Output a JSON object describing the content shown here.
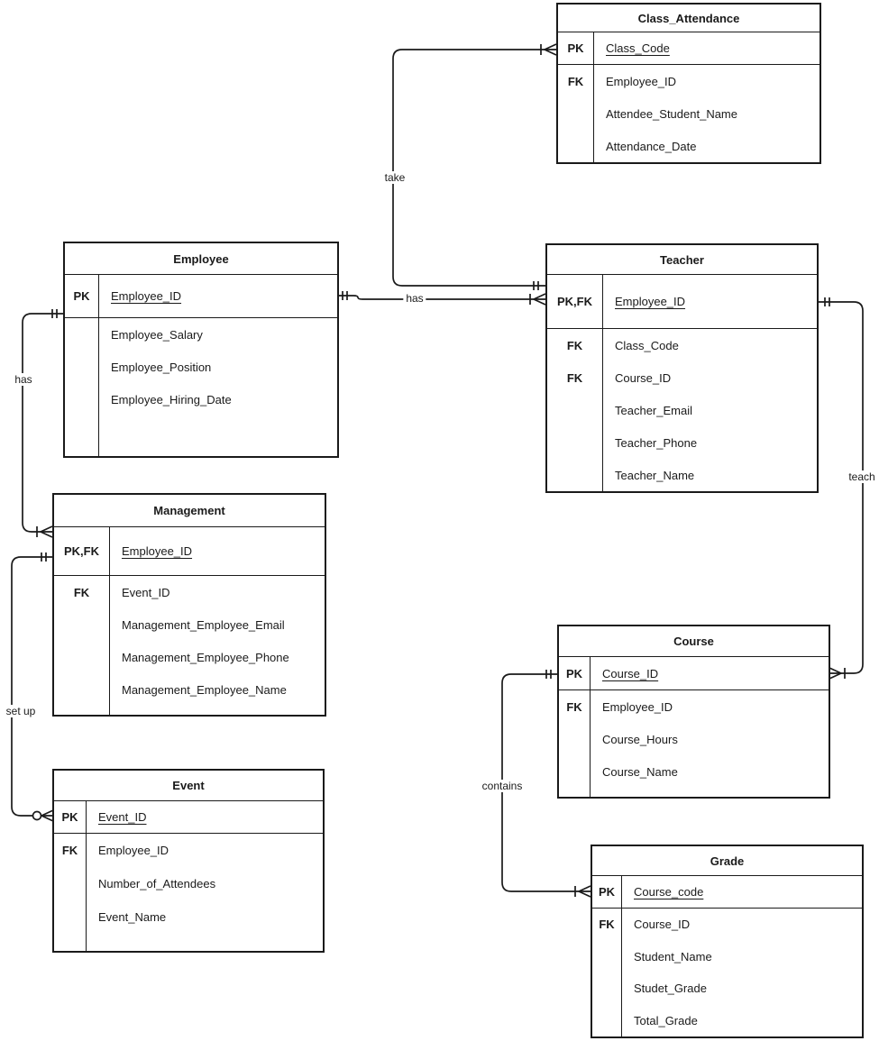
{
  "diagram_type": "entity-relationship diagram (crow's foot notation)",
  "colors": {
    "line": "#1a1a1a",
    "background": "#ffffff",
    "text": "#1a1a1a"
  },
  "entities": {
    "class_attendance": {
      "title": "Class_Attendance",
      "rows": [
        {
          "key": "PK",
          "attr": "Class_Code"
        },
        {
          "key": "FK",
          "attr": "Employee_ID"
        },
        {
          "key": "",
          "attr": "Attendee_Student_Name"
        },
        {
          "key": "",
          "attr": "Attendance_Date"
        }
      ]
    },
    "employee": {
      "title": "Employee",
      "rows": [
        {
          "key": "PK",
          "attr": "Employee_ID"
        },
        {
          "key": "",
          "attr": "Employee_Salary"
        },
        {
          "key": "",
          "attr": "Employee_Position"
        },
        {
          "key": "",
          "attr": "Employee_Hiring_Date"
        }
      ]
    },
    "teacher": {
      "title": "Teacher",
      "rows": [
        {
          "key": "PK,FK",
          "attr": "Employee_ID"
        },
        {
          "key": "FK",
          "attr": "Class_Code"
        },
        {
          "key": "FK",
          "attr": "Course_ID"
        },
        {
          "key": "",
          "attr": "Teacher_Email"
        },
        {
          "key": "",
          "attr": "Teacher_Phone"
        },
        {
          "key": "",
          "attr": "Teacher_Name"
        }
      ]
    },
    "management": {
      "title": "Management",
      "rows": [
        {
          "key": "PK,FK",
          "attr": "Employee_ID"
        },
        {
          "key": "FK",
          "attr": "Event_ID"
        },
        {
          "key": "",
          "attr": "Management_Employee_Email"
        },
        {
          "key": "",
          "attr": "Management_Employee_Phone"
        },
        {
          "key": "",
          "attr": "Management_Employee_Name"
        }
      ]
    },
    "event": {
      "title": "Event",
      "rows": [
        {
          "key": "PK",
          "attr": "Event_ID"
        },
        {
          "key": "FK",
          "attr": "Employee_ID"
        },
        {
          "key": "",
          "attr": "Number_of_Attendees"
        },
        {
          "key": "",
          "attr": "Event_Name"
        }
      ]
    },
    "course": {
      "title": "Course",
      "rows": [
        {
          "key": "PK",
          "attr": "Course_ID"
        },
        {
          "key": "FK",
          "attr": "Employee_ID"
        },
        {
          "key": "",
          "attr": "Course_Hours"
        },
        {
          "key": "",
          "attr": "Course_Name"
        }
      ]
    },
    "grade": {
      "title": "Grade",
      "rows": [
        {
          "key": "PK",
          "attr": "Course_code"
        },
        {
          "key": "FK",
          "attr": "Course_ID"
        },
        {
          "key": "",
          "attr": "Student_Name"
        },
        {
          "key": "",
          "attr": "Studet_Grade"
        },
        {
          "key": "",
          "attr": "Total_Grade"
        }
      ]
    }
  },
  "relationships": [
    {
      "label": "take",
      "from": "Teacher",
      "to": "Class_Attendance",
      "from_cardinality": "one and only one",
      "to_cardinality": "one or many"
    },
    {
      "label": "has",
      "from": "Employee",
      "to": "Teacher",
      "from_cardinality": "one and only one",
      "to_cardinality": "one or many"
    },
    {
      "label": "has",
      "from": "Employee",
      "to": "Management",
      "from_cardinality": "one and only one",
      "to_cardinality": "one or many"
    },
    {
      "label": "set up",
      "from": "Management",
      "to": "Event",
      "from_cardinality": "one and only one",
      "to_cardinality": "zero or many"
    },
    {
      "label": "teach",
      "from": "Teacher",
      "to": "Course",
      "from_cardinality": "one and only one",
      "to_cardinality": "one or many"
    },
    {
      "label": "contains",
      "from": "Course",
      "to": "Grade",
      "from_cardinality": "one and only one",
      "to_cardinality": "one or many"
    }
  ]
}
